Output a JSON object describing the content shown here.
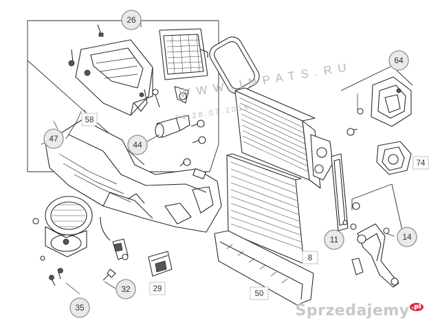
{
  "callouts": [
    {
      "id": "c26",
      "label": "26"
    },
    {
      "id": "c64",
      "label": "64"
    },
    {
      "id": "c47",
      "label": "47"
    },
    {
      "id": "c44",
      "label": "44"
    },
    {
      "id": "c11",
      "label": "11"
    },
    {
      "id": "c14",
      "label": "14"
    },
    {
      "id": "c32",
      "label": "32"
    },
    {
      "id": "c35",
      "label": "35"
    }
  ],
  "boxed_labels": [
    {
      "id": "b58",
      "label": "58"
    },
    {
      "id": "b74",
      "label": "74"
    },
    {
      "id": "b8",
      "label": "8"
    },
    {
      "id": "b29",
      "label": "29"
    },
    {
      "id": "b50",
      "label": "50"
    }
  ],
  "watermark": {
    "site": "W W W . I N P A T S . R U",
    "date": "2 4 . 2 8 . 0 7 . 2 0 1 6"
  },
  "brand": {
    "name": "Sprzedajemy",
    "suffix": ".pl"
  },
  "colors": {
    "line": "#2a2a2a",
    "callout_fill": "#e9eaec",
    "callout_stroke": "#8d9096",
    "box_stroke": "#b9c4cf",
    "watermark": "#b8b8b8"
  }
}
